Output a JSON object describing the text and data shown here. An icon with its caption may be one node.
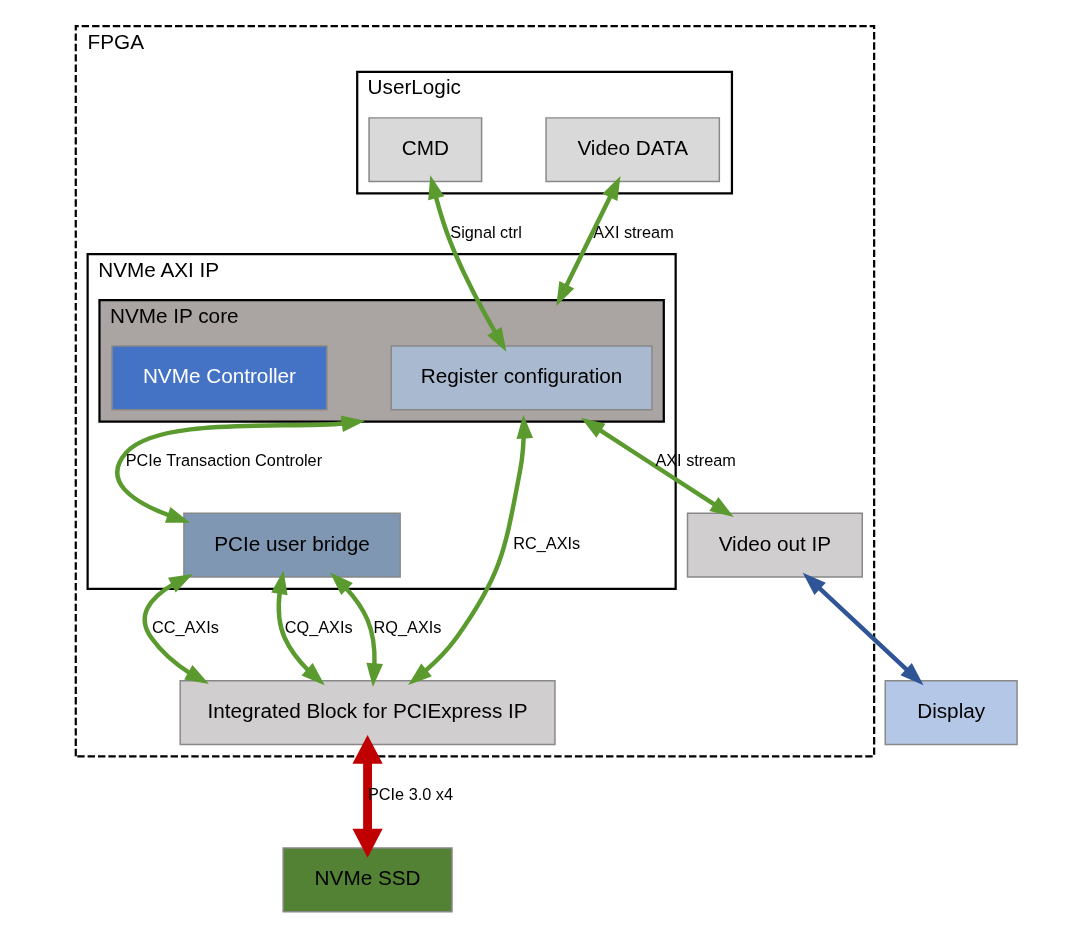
{
  "diagram": {
    "nodes": [
      {
        "text": [
          "FPGA"
        ]
      },
      {
        "text": [
          "NVMe AXI IP"
        ],
        "in": 0
      },
      {
        "text": [
          "NVMe IP core"
        ],
        "in": 1
      },
      {
        "text": [
          "PCIe user bridge"
        ],
        "in": 1
      },
      {
        "text": [
          "Register configuration"
        ],
        "in": 2
      },
      {
        "text": [
          "NVMe Controller"
        ],
        "in": 2
      },
      {
        "text": [
          "UserLogic"
        ],
        "in": 0
      },
      {
        "text": [
          "CMD"
        ],
        "in": 6
      },
      {
        "text": [
          "Video DATA"
        ],
        "in": 6
      },
      {
        "text": [
          "Video out IP"
        ],
        "in": 0
      },
      {
        "text": [
          "Integrated Block for PCIExpress IP"
        ],
        "in": 0
      },
      {
        "text": [
          "Display"
        ]
      },
      {
        "text": [
          "NVMe SSD"
        ]
      }
    ],
    "edges": [
      {
        "from": 7,
        "to": 4,
        "arrow": "both",
        "label": "Signal ctrl"
      },
      {
        "from": 8,
        "to": 2,
        "arrow": "both",
        "label": "AXI stream"
      },
      {
        "from": 2,
        "to": 3,
        "arrow": "both",
        "label": "PCIe Transaction Controler"
      },
      {
        "from": 2,
        "to": 9,
        "arrow": "both",
        "label": "AXI stream"
      },
      {
        "from": 2,
        "to": 10,
        "arrow": "both",
        "label": "RC_AXIs"
      },
      {
        "from": 3,
        "to": 10,
        "arrow": "both",
        "label": "RQ_AXIs"
      },
      {
        "from": 3,
        "to": 10,
        "arrow": "both",
        "label": "CC_AXIs"
      },
      {
        "from": 3,
        "to": 10,
        "arrow": "both",
        "label": "CQ_AXIs"
      },
      {
        "from": 9,
        "to": 11,
        "arrow": "both",
        "color": "#2f5597"
      },
      {
        "from": 10,
        "to": 12,
        "arrow": "both",
        "label": "PCIe 3.0 x4",
        "style": "thick",
        "color": "#c00000"
      }
    ]
  }
}
